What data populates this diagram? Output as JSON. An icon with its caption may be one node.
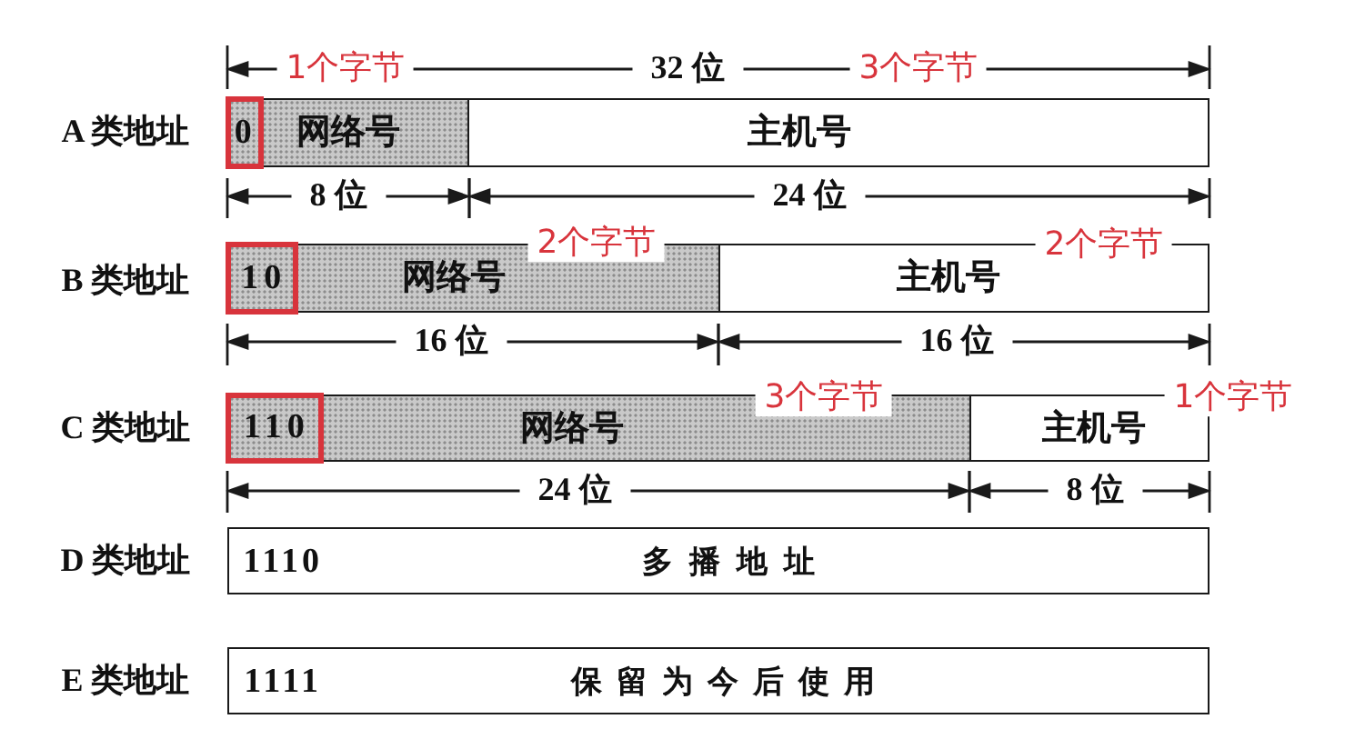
{
  "diagram": {
    "nodes": [
      {
        "text": [
          "网络号"
        ]
      },
      {
        "text": [
          "0"
        ],
        "in": 0
      },
      {
        "text": [
          "主机号"
        ]
      },
      {
        "text": [
          "网络号"
        ]
      },
      {
        "text": [
          "10"
        ],
        "in": 3
      },
      {
        "text": [
          "主机号"
        ]
      },
      {
        "text": [
          "网络号"
        ]
      },
      {
        "text": [
          "110"
        ],
        "in": 6
      },
      {
        "text": [
          "主机号"
        ]
      },
      {
        "text": [
          "1110"
        ]
      },
      {
        "text": [
          "多播地址"
        ]
      },
      {
        "text": [
          "1111"
        ]
      },
      {
        "text": [
          "保留为今后使用"
        ]
      }
    ],
    "labels": [
      "1个字节",
      "32 位",
      "3个字节",
      "A 类地址",
      "8 位",
      "24 位",
      "2个字节",
      "2个字节",
      "B 类地址",
      "16 位",
      "16 位",
      "3个字节",
      "1个字节",
      "C 类地址",
      "24 位",
      "8 位",
      "D 类地址",
      "E 类地址"
    ]
  }
}
